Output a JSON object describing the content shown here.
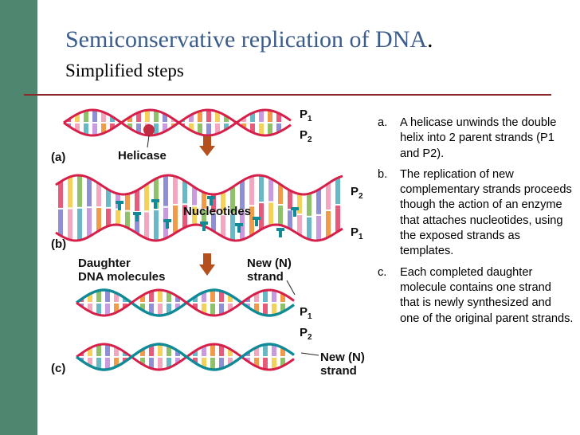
{
  "slide": {
    "title": "Semiconservative replication of DNA",
    "title_end": ".",
    "subtitle": "Simplified steps"
  },
  "diagram": {
    "labels": {
      "a": "(a)",
      "b": "(b)",
      "c": "(c)",
      "p1": "P",
      "p2": "P",
      "sub1": "1",
      "sub2": "2",
      "helicase": "Helicase",
      "nucleotides": "Nucleotides",
      "daughter_line1": "Daughter",
      "daughter_line2": "DNA molecules",
      "new_strand_line1": "New (N)",
      "new_strand_line2": "strand"
    }
  },
  "steps": [
    {
      "marker": "a.",
      "text": "A helicase unwinds the double helix into 2 parent strands (P1 and P2)."
    },
    {
      "marker": "b.",
      "text": "The replication of new complementary strands proceeds though the action of an enzyme that attaches nucleotides, using the exposed strands as templates."
    },
    {
      "marker": "c.",
      "text": "Each completed daughter molecule contains one strand that is newly synthesized and one of the original parent strands."
    }
  ],
  "colors": {
    "sidebar": "#4f8670",
    "title": "#3c5c8c",
    "rule": "#8b2a2a",
    "parent_strand": "#d6204a",
    "new_strand": "#0f8a96",
    "arrow": "#b5501e"
  }
}
